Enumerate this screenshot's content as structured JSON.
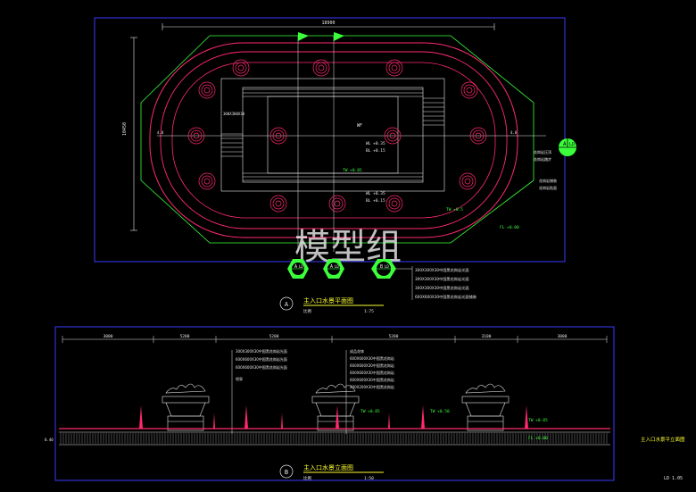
{
  "colors": {
    "frame": "#3a3aff",
    "pink": "#ff2a6d",
    "green": "#3bff3b",
    "white": "#e8e8e8",
    "yellow": "#ffff33",
    "cyan": "#00e5ff",
    "red": "#ff3030"
  },
  "plan": {
    "top_dim": "18900",
    "left_dim": "10450",
    "wf_label": "WF",
    "wl_label_1": "WL +0.35",
    "wl_label_2": "WL +0.35",
    "bl_label_1": "BL +0.15",
    "bl_label_2": "BL +0.15",
    "tw_label_1": "TW +0.85",
    "tw_label_2": "TW +0.5",
    "fl_label": "FL +0.00",
    "side_tag_1": "花岗岩压顶",
    "side_tag_2": "花岗岩踏步",
    "side_tag_3": "花岗岩铺装",
    "side_tag_4": "花岗岩贴面",
    "callout_left": "300X300X30",
    "dim_left_small": "4.8",
    "dim_right_small": "4.8"
  },
  "callouts": [
    {
      "letter": "A",
      "sheet": "LD"
    },
    {
      "letter": "A",
      "sheet": "LD"
    },
    {
      "letter": "B",
      "sheet": "LD"
    }
  ],
  "right_section_marker": {
    "letter": "A",
    "sheet": "LD"
  },
  "notes_plan": [
    "300X300X30中国黑花岗岩光面",
    "300X300X30中国黑花岗岩光面",
    "300X300X30中国黑花岗岩光面",
    "600X600X30中国黑花岗岩光面铺装"
  ],
  "plan_title": {
    "letter": "A",
    "name": "主入口水景平面图",
    "scale_label": "比例",
    "scale_value": "1:75"
  },
  "watermark": "模型组",
  "elev_dims": [
    "3000",
    "5200",
    "5200",
    "5200",
    "3100",
    "3000"
  ],
  "notes_elev_left": [
    "300X300X30中国黑花岗岩光面",
    "600X600X30中国黑花岗岩光面",
    "600X600X30中国黑花岗岩光面",
    "喷泉"
  ],
  "notes_elev_right": [
    "成品花钵",
    "600X600X30中国黑花岗岩",
    "600X600X30中国黑花岗岩",
    "600X600X30中国黑花岗岩",
    "600X600X30中国黑花岗岩",
    "200X200X30中国黑花岗岩"
  ],
  "elev_levels": {
    "tw1": "TW +0.85",
    "tw2": "TW +0.50",
    "tw3": "TW +0.85",
    "fl": "FL +0.00"
  },
  "elev_left_dim": "0.40",
  "elev_title": {
    "letter": "B",
    "name": "主入口水景立面图",
    "scale_label": "比例",
    "scale_value": "1:50"
  },
  "side_title": "主入口水景平立面图",
  "sheet_no": "LD 1.05"
}
